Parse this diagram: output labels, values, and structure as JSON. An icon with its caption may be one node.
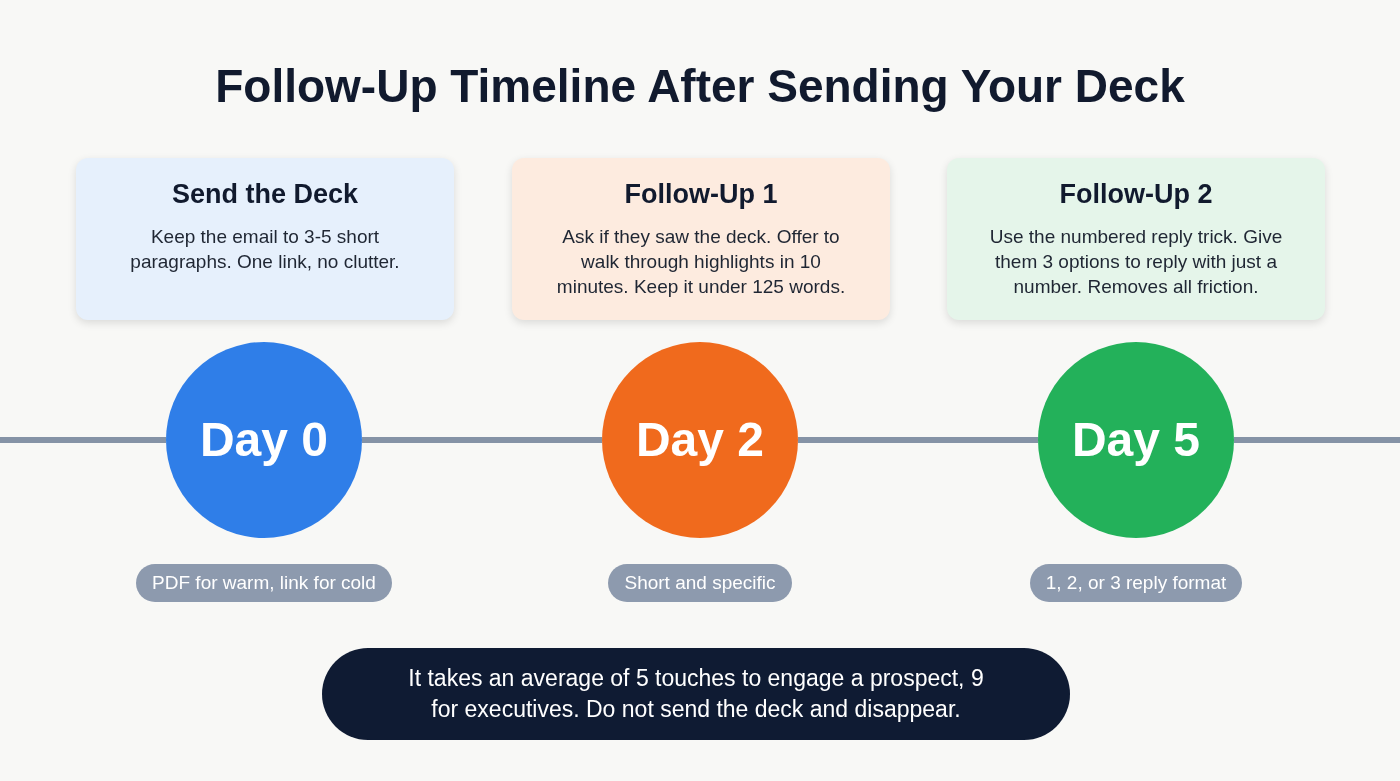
{
  "diagram": {
    "title": "Follow-Up Timeline After Sending Your Deck",
    "nodes": [
      {
        "text": [
          "Send the Deck",
          "Keep the email to 3-5 short paragraphs. One link, no clutter."
        ]
      },
      {
        "text": [
          "Follow-Up 1",
          "Ask if they saw the deck. Offer to walk through highlights in 10 minutes. Keep it under 125 words."
        ]
      },
      {
        "text": [
          "Follow-Up 2",
          "Use the numbered reply trick. Give them 3 options to reply with just a number. Removes all friction."
        ]
      },
      {
        "text": [
          "Day 0"
        ]
      },
      {
        "text": [
          "Day 2"
        ]
      },
      {
        "text": [
          "Day 5"
        ]
      },
      {
        "text": [
          "PDF for warm, link for cold"
        ]
      },
      {
        "text": [
          "Short and specific"
        ]
      },
      {
        "text": [
          "1, 2, or 3 reply format"
        ]
      },
      {
        "text": [
          "It takes an average of 5 touches to engage a prospect, 9 for executives. Do not send the deck and disappear."
        ]
      }
    ],
    "edges": [
      {
        "from": null,
        "to": 3,
        "arrow": "none"
      },
      {
        "from": 3,
        "to": 4,
        "arrow": "none"
      },
      {
        "from": 4,
        "to": 5,
        "arrow": "none"
      },
      {
        "from": 5,
        "to": null,
        "arrow": "none"
      }
    ]
  }
}
